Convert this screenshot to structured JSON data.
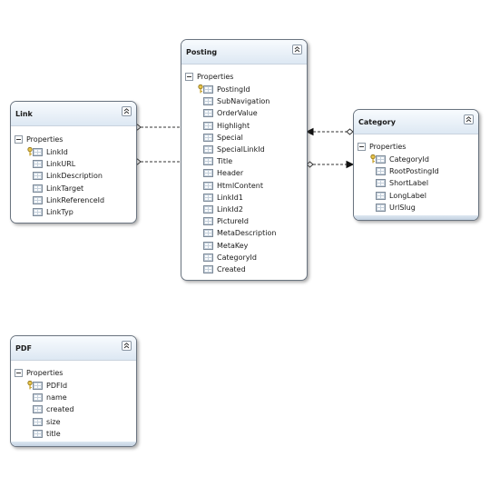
{
  "entities": {
    "posting": {
      "title": "Posting",
      "section": "Properties",
      "properties": [
        "PostingId",
        "SubNavigation",
        "OrderValue",
        "Highlight",
        "Special",
        "SpecialLinkId",
        "Title",
        "Header",
        "HtmlContent",
        "LinkId1",
        "LinkId2",
        "PictureId",
        "MetaDescription",
        "MetaKey",
        "CategoryId",
        "Created"
      ],
      "key_index": 0
    },
    "link": {
      "title": "Link",
      "section": "Properties",
      "properties": [
        "LinkId",
        "LinkURL",
        "LinkDescription",
        "LinkTarget",
        "LinkReferenceId",
        "LinkTyp"
      ],
      "key_index": 0
    },
    "category": {
      "title": "Category",
      "section": "Properties",
      "properties": [
        "CategoryId",
        "RootPostingId",
        "ShortLabel",
        "LongLabel",
        "UrlSlug"
      ],
      "key_index": 0
    },
    "pdf": {
      "title": "PDF",
      "section": "Properties",
      "properties": [
        "PDFId",
        "name",
        "created",
        "size",
        "title"
      ],
      "key_index": 0
    }
  },
  "icons": {
    "collapse": "double-chevron-up-icon",
    "section": "minus-box-icon",
    "property": "property-grid-icon",
    "key": "key-icon"
  },
  "colors": {
    "border": "#6a7480",
    "header_gradient_top": "#f8fbfe",
    "header_gradient_bottom": "#dde8f3",
    "connector": "#333333"
  }
}
